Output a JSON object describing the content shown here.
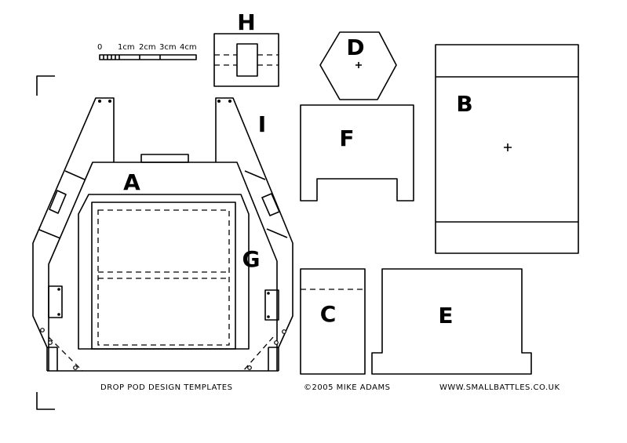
{
  "scale": {
    "labels": [
      "0",
      "1cm",
      "2cm",
      "3cm",
      "4cm"
    ]
  },
  "pieces": {
    "A": "A",
    "B": "B",
    "C": "C",
    "D": "D",
    "E": "E",
    "F": "F",
    "G": "G",
    "H": "H",
    "I": "I"
  },
  "footer": {
    "title": "DROP POD DESIGN TEMPLATES",
    "copyright": "©2005 MIKE ADAMS",
    "url": "WWW.SMALLBATTLES.CO.UK"
  }
}
